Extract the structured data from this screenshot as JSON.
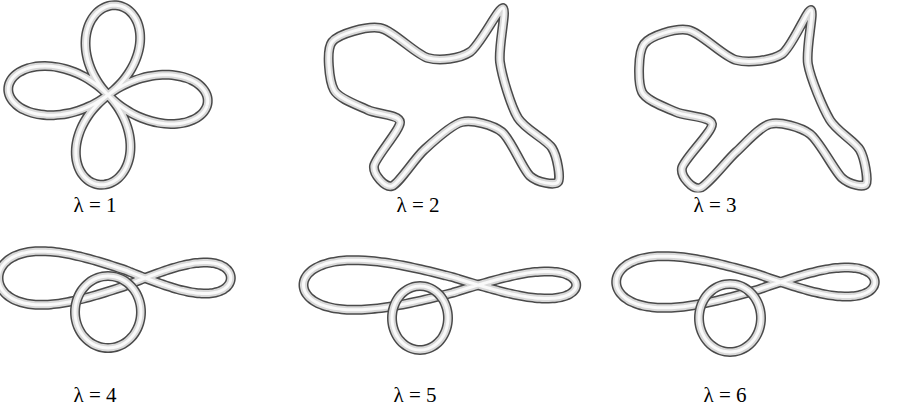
{
  "diagram": {
    "labels": [
      "λ = 1",
      "λ = 2",
      "λ = 3",
      "λ = 4",
      "λ = 5",
      "λ = 6"
    ]
  }
}
